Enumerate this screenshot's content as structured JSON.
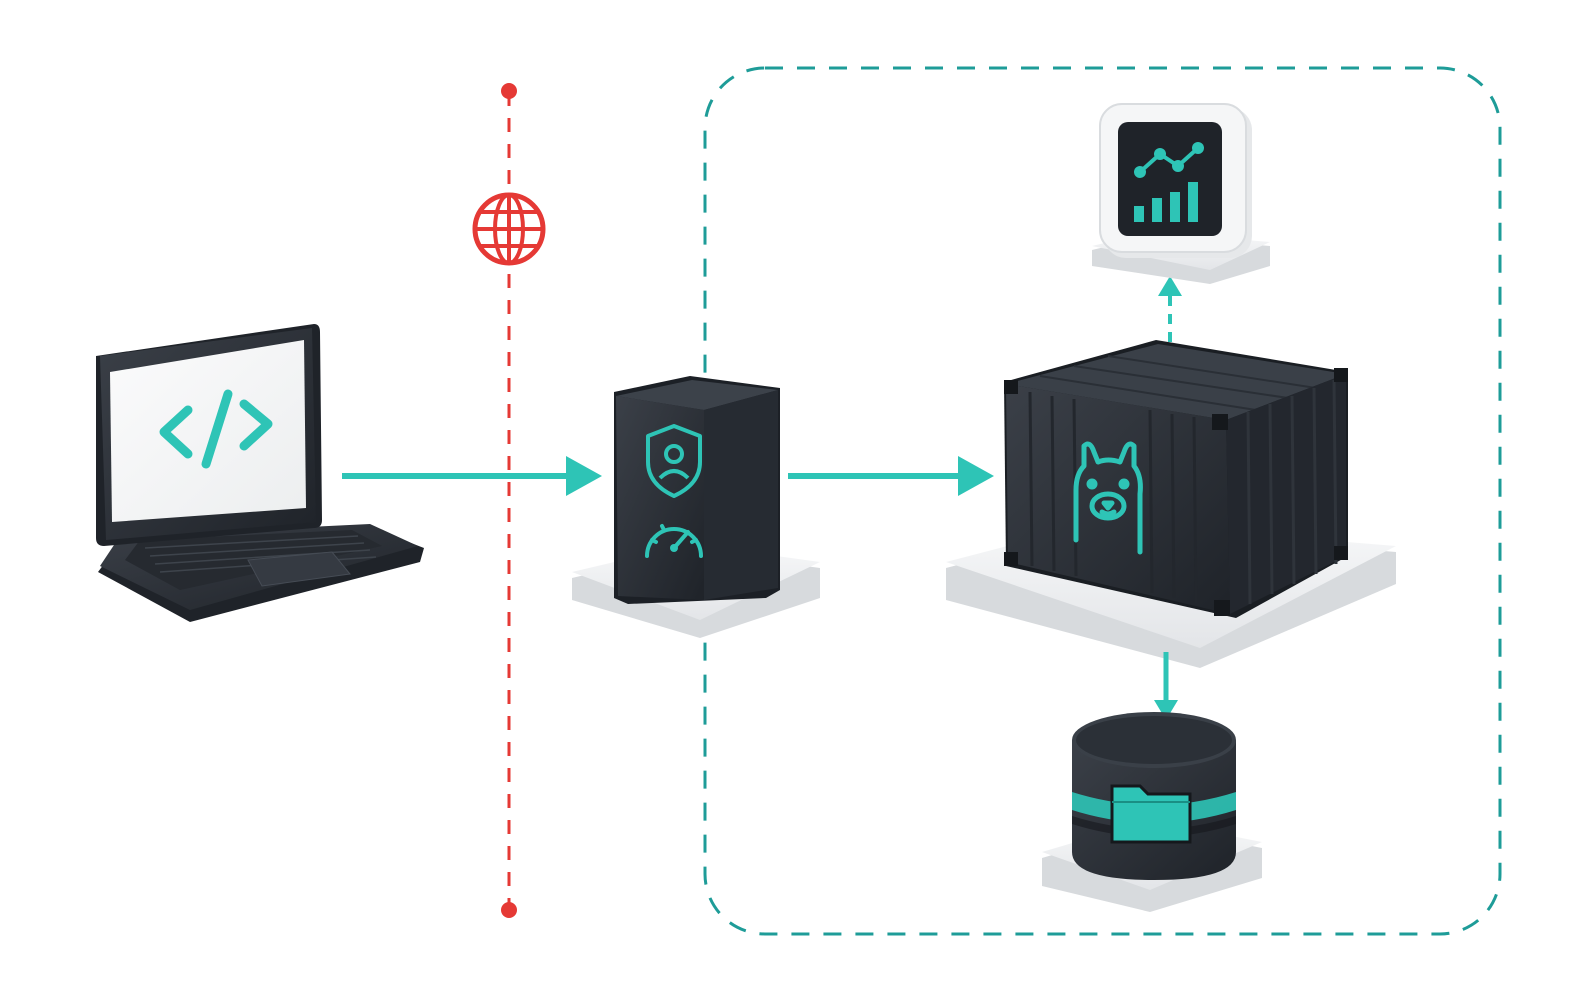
{
  "diagram": {
    "colors": {
      "accent": "#2ec4b6",
      "accent_dark": "#16a394",
      "boundary": "#1e9c98",
      "internet_line": "#e53935",
      "device_dark": "#2b2f36",
      "device_darker": "#1f2329",
      "device_edge": "#3a4048",
      "pedestal": "#eceef0",
      "pedestal_side": "#d3d6da",
      "screen_light": "#f4f5f6",
      "background": "#ffffff"
    },
    "nodes": {
      "client_laptop": {
        "icon": "code-brackets-icon"
      },
      "internet": {
        "icon": "globe-icon"
      },
      "gateway": {
        "icons": [
          "user-shield-icon",
          "speedometer-icon"
        ]
      },
      "container": {
        "icon": "llama-icon"
      },
      "monitoring": {
        "icon": "line-bar-chart-icon"
      },
      "storage": {
        "icon": "folder-icon"
      }
    },
    "edges": [
      {
        "from": "client_laptop",
        "to": "gateway",
        "style": "solid"
      },
      {
        "from": "gateway",
        "to": "container",
        "style": "solid"
      },
      {
        "from": "container",
        "to": "monitoring",
        "style": "dashed"
      },
      {
        "from": "container",
        "to": "storage",
        "style": "solid"
      }
    ],
    "boundaries": [
      {
        "name": "private-network",
        "style": "dashed"
      },
      {
        "name": "internet-boundary",
        "style": "dashed"
      }
    ]
  }
}
